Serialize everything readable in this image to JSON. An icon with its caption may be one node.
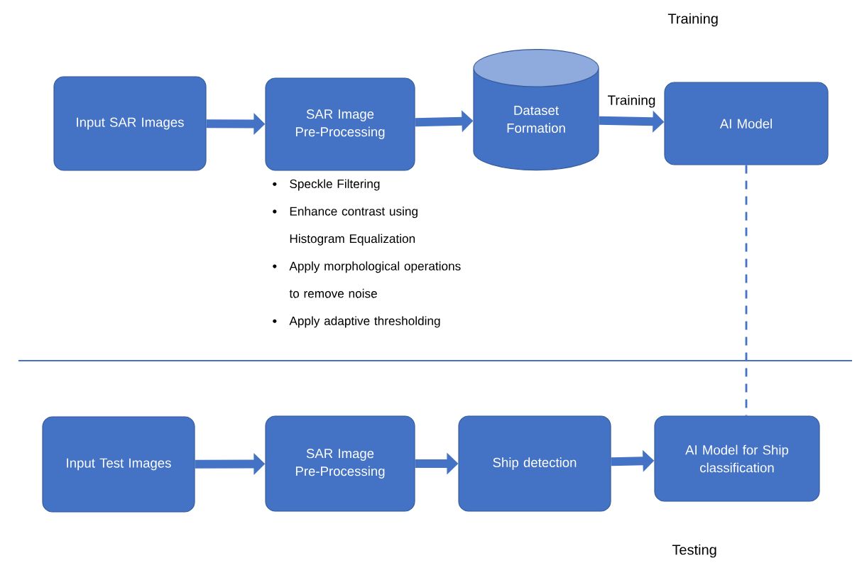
{
  "diagram": {
    "nodes": [
      {
        "text": [
          "Input SAR Images"
        ]
      },
      {
        "text": [
          "SAR Image Pre-Processing"
        ],
        "beside": [
          "Speckle Filtering",
          "Enhance contrast using Histogram Equalization",
          "Apply morphological operations to remove noise",
          "Apply adaptive thresholding"
        ]
      },
      {
        "text": [
          "Dataset Formation"
        ]
      },
      {
        "text": [
          "AI Model"
        ]
      },
      {
        "text": [
          "Input Test Images"
        ]
      },
      {
        "text": [
          "SAR Image Pre-Processing"
        ]
      },
      {
        "text": [
          "Ship detection"
        ]
      },
      {
        "text": [
          "AI Model for Ship classification"
        ]
      }
    ],
    "edges": [
      {
        "from": 0,
        "to": 1,
        "arrow": "to"
      },
      {
        "from": 1,
        "to": 2,
        "arrow": "to"
      },
      {
        "from": 2,
        "to": 3,
        "arrow": "to",
        "label": "Training"
      },
      {
        "from": 4,
        "to": 5,
        "arrow": "to"
      },
      {
        "from": 5,
        "to": 6,
        "arrow": "to"
      },
      {
        "from": 6,
        "to": 7,
        "arrow": "to"
      },
      {
        "from": 3,
        "to": 7,
        "arrow": "none",
        "style": "dashed"
      }
    ],
    "labels": [
      "Training",
      "Testing"
    ]
  }
}
